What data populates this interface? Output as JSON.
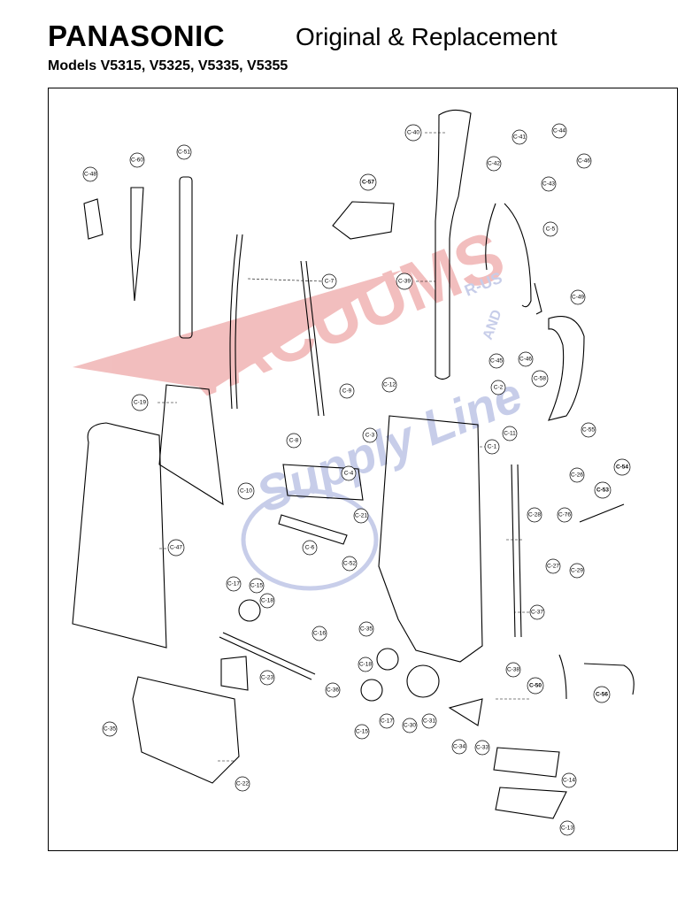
{
  "header": {
    "brand": "PANASONIC",
    "subtitle": "Original & Replacement",
    "models": "Models V5315, V5325, V5335, V5355"
  },
  "watermark": {
    "main": "VACUUMS",
    "small_a": "R-US",
    "small_b": "AND",
    "lower": "Supply Line",
    "colors": {
      "red": "#e88a8a",
      "blue": "#9aa6d8"
    }
  },
  "parts": {
    "c40": "C-40",
    "c41": "C-41",
    "c44": "C-44",
    "c42": "C-42",
    "c43": "C-43",
    "c46a": "C-46",
    "c48": "C-48",
    "c60": "C-60",
    "c51": "C-51",
    "c57": "C-57",
    "c5": "C-5",
    "c7": "C-7",
    "c39": "C-39",
    "c45": "C-45",
    "c46b": "C-46",
    "c49": "C-49",
    "c58": "C-58",
    "c19": "C-19",
    "c9": "C-9",
    "c12": "C-12",
    "c2": "C-2",
    "c11": "C-11",
    "c55": "C-55",
    "c54": "C-54",
    "c8": "C-8",
    "c3": "C-3",
    "c4": "C-4",
    "c1": "C-1",
    "c26": "C-26",
    "c10": "C-10",
    "c21": "C-21",
    "c53": "C-53",
    "c28": "C-28",
    "c76": "C-76",
    "c6": "C-6",
    "c47": "C-47",
    "c52": "C-52",
    "c27": "C-27",
    "c29": "C-29",
    "c17a": "C-17",
    "c15a": "C-15",
    "c18a": "C-18",
    "c37": "C-37",
    "c16": "C-16",
    "c35": "C-35",
    "c18b": "C-18",
    "c38": "C-38",
    "c23": "C-23",
    "c36": "C-36",
    "c50": "C-50",
    "c56": "C-56",
    "c35b": "C-35",
    "c15b": "C-15",
    "c17b": "C-17",
    "c30": "C-30",
    "c31": "C-31",
    "c34": "C-34",
    "c33": "C-33",
    "c14": "C-14",
    "c22": "C-22",
    "c13": "C-13"
  }
}
